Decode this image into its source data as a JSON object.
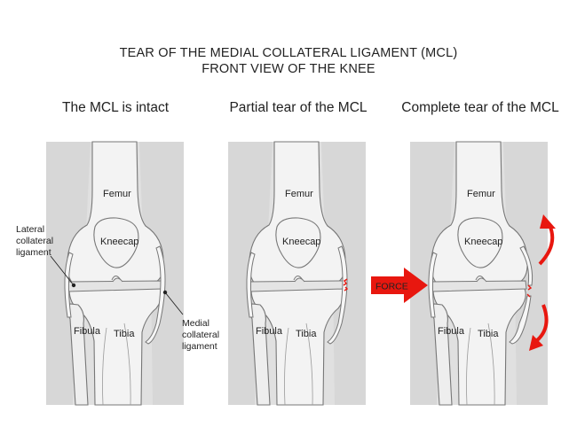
{
  "title": {
    "line1": "TEAR OF THE MEDIAL COLLATERAL LIGAMENT (MCL)",
    "line2": "FRONT VIEW OF THE KNEE"
  },
  "panels": [
    {
      "title": "The MCL is intact",
      "labels": {
        "femur": "Femur",
        "kneecap": "Kneecap",
        "fibula": "Fibula",
        "tibia": "Tibia"
      }
    },
    {
      "title": "Partial tear of the MCL",
      "labels": {
        "femur": "Femur",
        "kneecap": "Kneecap",
        "fibula": "Fibula",
        "tibia": "Tibia"
      }
    },
    {
      "title": "Complete tear of the MCL",
      "labels": {
        "femur": "Femur",
        "kneecap": "Kneecap",
        "fibula": "Fibula",
        "tibia": "Tibia"
      }
    }
  ],
  "callouts": {
    "lateral": [
      "Lateral",
      "collateral",
      "ligament"
    ],
    "medial": [
      "Medial",
      "collateral",
      "ligament"
    ]
  },
  "force_label": "FORCE",
  "colors": {
    "leg": "#d7d7d7",
    "bone": "#f3f3f3",
    "outline": "#777777",
    "tear": "#e8170f",
    "force": "#e8170f"
  }
}
